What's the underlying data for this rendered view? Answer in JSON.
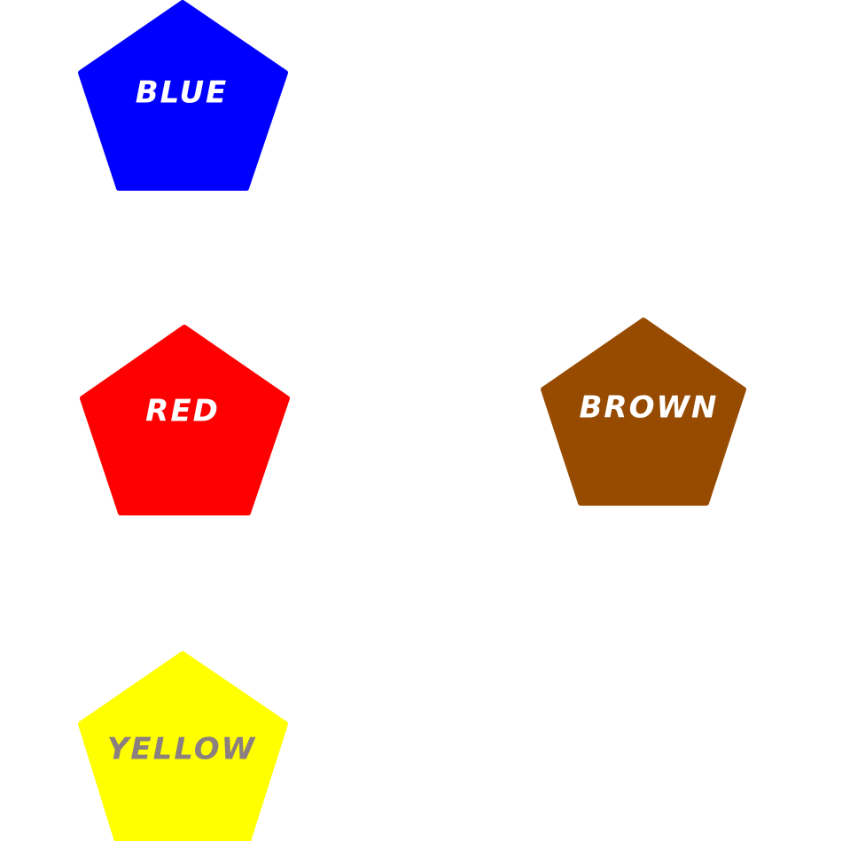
{
  "shapes": [
    {
      "label": "BLUE",
      "fill": "#0000ff",
      "text_color": "#ffffff"
    },
    {
      "label": "RED",
      "fill": "#ff0000",
      "text_color": "#ffffff"
    },
    {
      "label": "BROWN",
      "fill": "#964B00",
      "text_color": "#ffffff"
    },
    {
      "label": "YELLOW",
      "fill": "#ffff00",
      "text_color": "#8c7f7f"
    }
  ]
}
